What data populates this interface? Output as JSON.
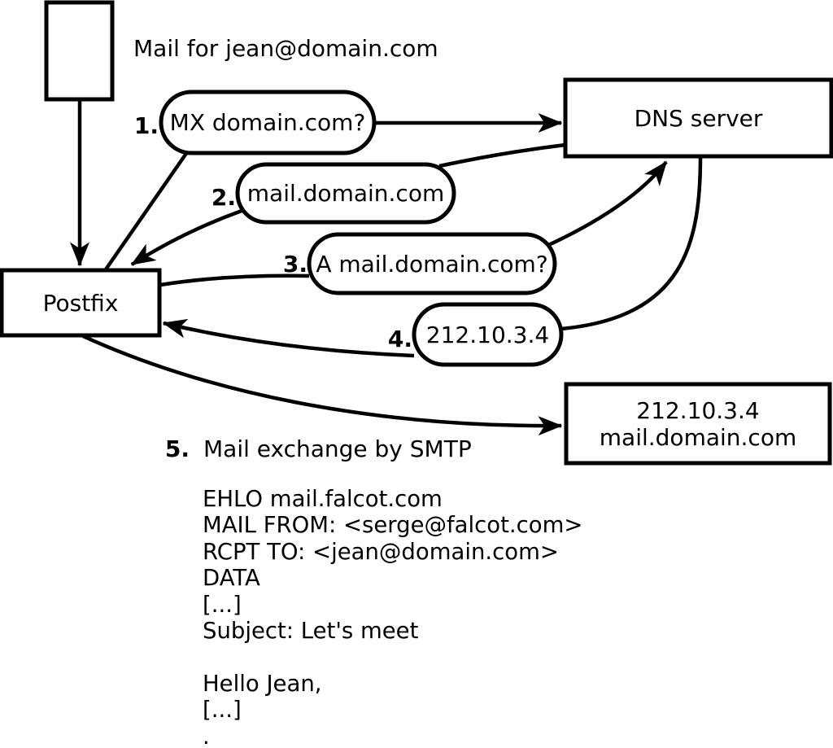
{
  "diagram": {
    "title": "Mail for jean@domain.com",
    "nodes": {
      "postfix": {
        "label": "Postfix"
      },
      "dns_server": {
        "label": "DNS server"
      },
      "mail_server": {
        "line1": "212.10.3.4",
        "line2": "mail.domain.com"
      }
    },
    "steps": [
      {
        "num": "1.",
        "label": "MX domain.com?"
      },
      {
        "num": "2.",
        "label": "mail.domain.com"
      },
      {
        "num": "3.",
        "label": "A mail.domain.com?"
      },
      {
        "num": "4.",
        "label": "212.10.3.4"
      },
      {
        "num": "5.",
        "label": "Mail exchange by SMTP"
      }
    ],
    "smtp_session": {
      "lines": [
        "EHLO mail.falcot.com",
        "MAIL FROM: <serge@falcot.com>",
        "RCPT TO: <jean@domain.com>",
        "DATA",
        "[...]",
        "Subject: Let's meet",
        "",
        "Hello Jean,",
        "[...]",
        "."
      ]
    },
    "colors": {
      "stroke": "#000000",
      "background": "#ffffff"
    }
  }
}
